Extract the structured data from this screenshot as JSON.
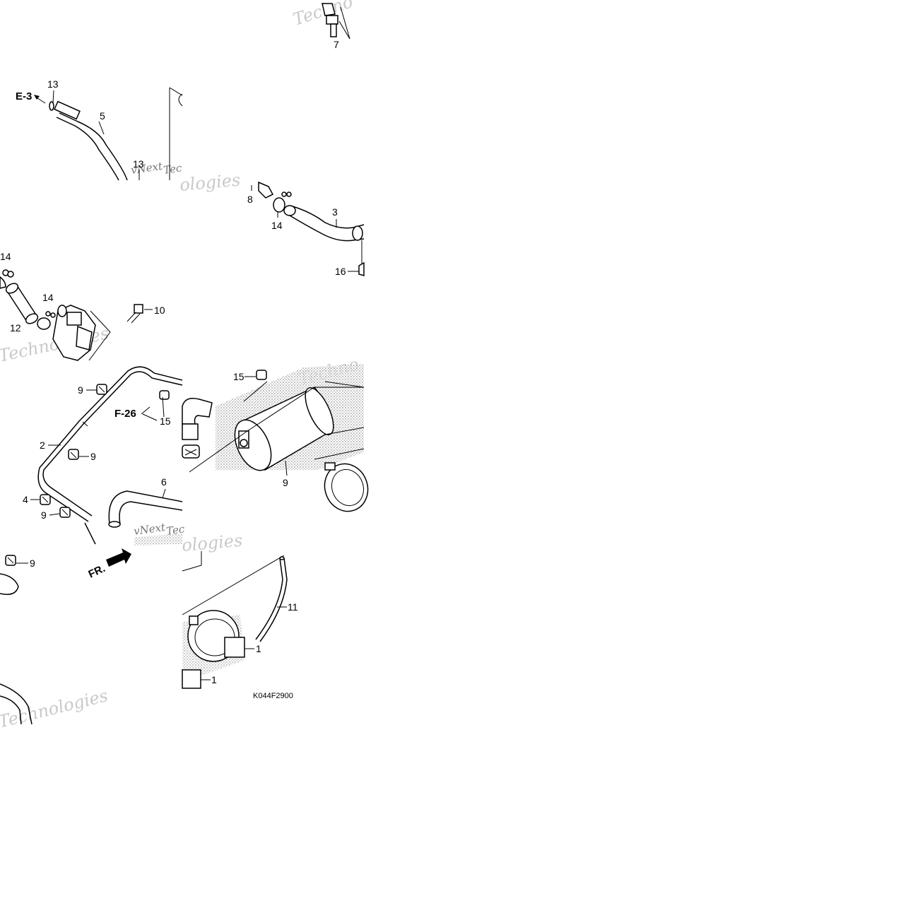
{
  "callouts": [
    {
      "id": "c7",
      "label": "7"
    },
    {
      "id": "c13a",
      "label": "13"
    },
    {
      "id": "c5",
      "label": "5"
    },
    {
      "id": "c13b",
      "label": "13"
    },
    {
      "id": "c8",
      "label": "8"
    },
    {
      "id": "c14a",
      "label": "14"
    },
    {
      "id": "c3",
      "label": "3"
    },
    {
      "id": "c16",
      "label": "16"
    },
    {
      "id": "c14b",
      "label": "14"
    },
    {
      "id": "c14c",
      "label": "14"
    },
    {
      "id": "c10",
      "label": "10"
    },
    {
      "id": "c12",
      "label": "12"
    },
    {
      "id": "c15a",
      "label": "15"
    },
    {
      "id": "c9a",
      "label": "9"
    },
    {
      "id": "c15b",
      "label": "15"
    },
    {
      "id": "c2",
      "label": "2"
    },
    {
      "id": "c9b",
      "label": "9"
    },
    {
      "id": "c6",
      "label": "6"
    },
    {
      "id": "c4",
      "label": "4"
    },
    {
      "id": "c9c",
      "label": "9"
    },
    {
      "id": "c9d",
      "label": "9"
    },
    {
      "id": "c9e",
      "label": "9"
    },
    {
      "id": "c11",
      "label": "11"
    },
    {
      "id": "c1a",
      "label": "1"
    },
    {
      "id": "c1b",
      "label": "1"
    }
  ],
  "references": {
    "e3": "E-3",
    "f26": "F-26",
    "front": "FR."
  },
  "diagram_code": "K044F2900",
  "watermark": {
    "brand": "vNext",
    "word1": "Techno",
    "word2": "Technologies",
    "word3": "ologies",
    "word4": "Tec"
  }
}
